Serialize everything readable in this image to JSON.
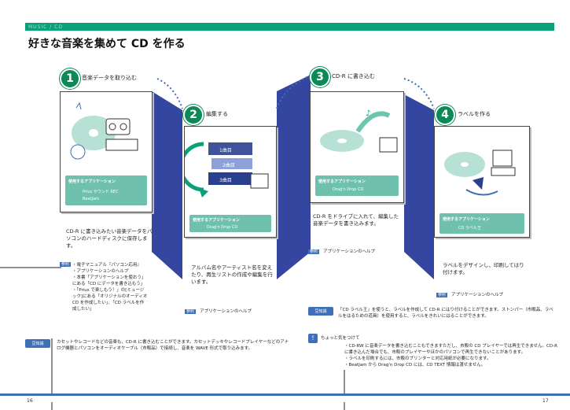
{
  "header": {
    "section_tag": "MUSIC / CD",
    "title": "好きな音楽を集めて CD を作る"
  },
  "steps": [
    {
      "num": "1",
      "label": "音楽データを取り込む"
    },
    {
      "num": "2",
      "label": "編集する"
    },
    {
      "num": "3",
      "label": "CD-R に書き込む"
    },
    {
      "num": "4",
      "label": "ラベルを作る"
    }
  ],
  "apps": {
    "title": "使用するアプリケーション",
    "step1": [
      "Prius サウンド REC",
      "BeatJam"
    ],
    "step2": [
      "Drag'n Drop CD"
    ],
    "step3": [
      "Drag'n Drop CD"
    ],
    "step4": [
      "CD ラベル王"
    ]
  },
  "track_list": [
    "1曲目",
    "2曲目",
    "3曲目"
  ],
  "desc": {
    "step1": "CD-R に書き込みたい音楽データをパソコンのハードディスクに保存します。",
    "step1_refs_label": "参照",
    "step1_refs": [
      "・電子マニュアル『パソコン応用』",
      "・アプリケーションのヘルプ",
      "・本書「アプリケーションを使おう」にある「CD にデータを書き込もう」",
      "・「Prius で楽しもう！」の[ミュージック]にある「オリジナルのオーディオ CD を作成したい」、「CD ラベルを作成したい」"
    ],
    "step2": "アルバム名やアーティスト名を変えたり、再生リストの作成や編集を行います。",
    "step3": "CD-R をドライブに入れて、編集した音楽データを書き込みます。",
    "step4": "ラベルをデザインし、印刷してはり付けます。",
    "help_label": "参照",
    "help_text": "アプリケーションのヘルプ"
  },
  "notes": {
    "icon_label": "豆知識",
    "bottom_left": "カセットやレコードなどの音楽も、CD-R に書き込むことができます。カセットデッキやレコードプレイヤーなどのアナログ機器とパソコンをオーディオケーブル（市販品）で接続し、音楽を WAVE 形式で取り込みます。",
    "label_note": "「CD ラベル王」を使うと、ラベルを作成して CD-R にはり付けることができます。ストンパー（市販品、ラベルをはるための道具）を使用すると、ラベルをきれいにはることができます。",
    "caution_title": "ちょっと気をつけて",
    "caution_items": [
      "・CD-RW に音楽データを書き込むこともできますただし、市販の CD プレイヤーでは再生できません。CD-R に書き込んだ場合でも、市販のプレイヤーやほかのパソコンで再生できないことがあります。",
      "・ラベルを印刷するには、市販のプリンターと対応用紙が必要になります。",
      "・BeatJam から Drag'n Drop CD には、CD TEXT 情報は渡せません。"
    ]
  },
  "pages": {
    "left": "16",
    "right": "17"
  },
  "colors": {
    "green": "#0aa07a",
    "blue": "#3f6fb6",
    "teal": "#6fc1ae",
    "navy": "#2b3f8f"
  }
}
